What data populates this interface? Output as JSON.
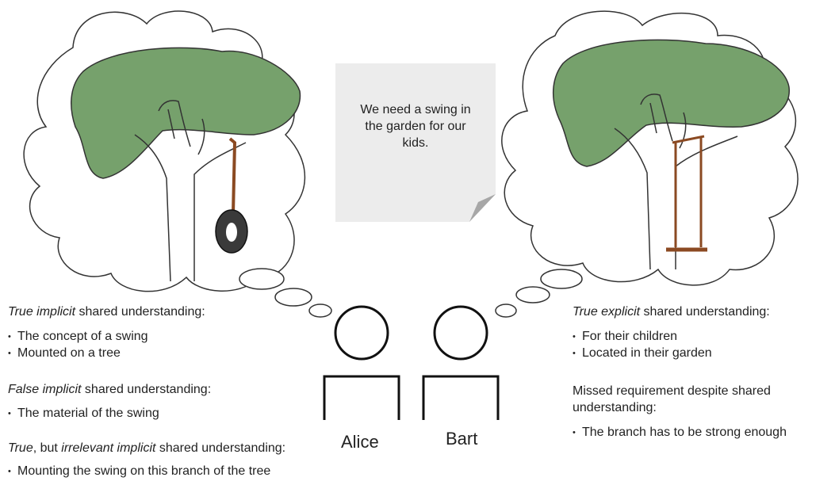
{
  "colors": {
    "foliage": "#76a16c",
    "rope": "#8b4a22",
    "tire": "#3a3a3a",
    "note": "#ececec",
    "outline": "#333333"
  },
  "note": {
    "lines": [
      "We need a swing in",
      "the garden for our",
      "kids."
    ]
  },
  "people": {
    "left": "Alice",
    "right": "Bart"
  },
  "left_panel": {
    "section1": {
      "heading_italic": "True implicit",
      "heading_rest": " shared understanding:",
      "items": [
        "The concept of a swing",
        "Mounted on a tree"
      ]
    },
    "section2": {
      "heading_italic": "False implicit",
      "heading_rest": " shared understanding:",
      "items": [
        "The material of the swing"
      ]
    },
    "section3": {
      "heading_italic_a": "True",
      "heading_mid": ", but ",
      "heading_italic_b": "irrelevant implicit",
      "heading_rest": " shared understanding:",
      "items": [
        "Mounting the swing on this branch of the tree"
      ]
    }
  },
  "right_panel": {
    "section1": {
      "heading_italic": "True explicit",
      "heading_rest": " shared understanding:",
      "items": [
        "For their children",
        "Located in their garden"
      ]
    },
    "section2": {
      "heading_lines": [
        "Missed requirement despite shared",
        "understanding:"
      ],
      "items": [
        "The branch has to be strong enough"
      ]
    }
  }
}
